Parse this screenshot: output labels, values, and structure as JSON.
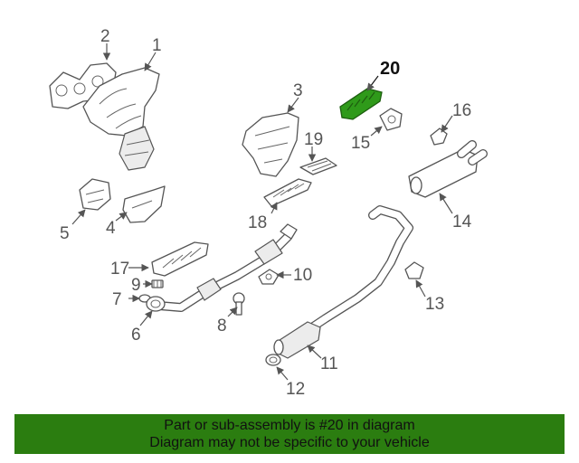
{
  "diagram": {
    "callouts": [
      "1",
      "2",
      "3",
      "4",
      "5",
      "6",
      "7",
      "8",
      "9",
      "10",
      "11",
      "12",
      "13",
      "14",
      "15",
      "16",
      "17",
      "18",
      "19",
      "20"
    ],
    "highlighted_part": "20",
    "highlight_color": "#2f9a1a"
  },
  "banner": {
    "line1": "Part or sub-assembly is #20 in diagram",
    "line2": "Diagram may not be specific to your vehicle",
    "background": "#2b7d10"
  }
}
